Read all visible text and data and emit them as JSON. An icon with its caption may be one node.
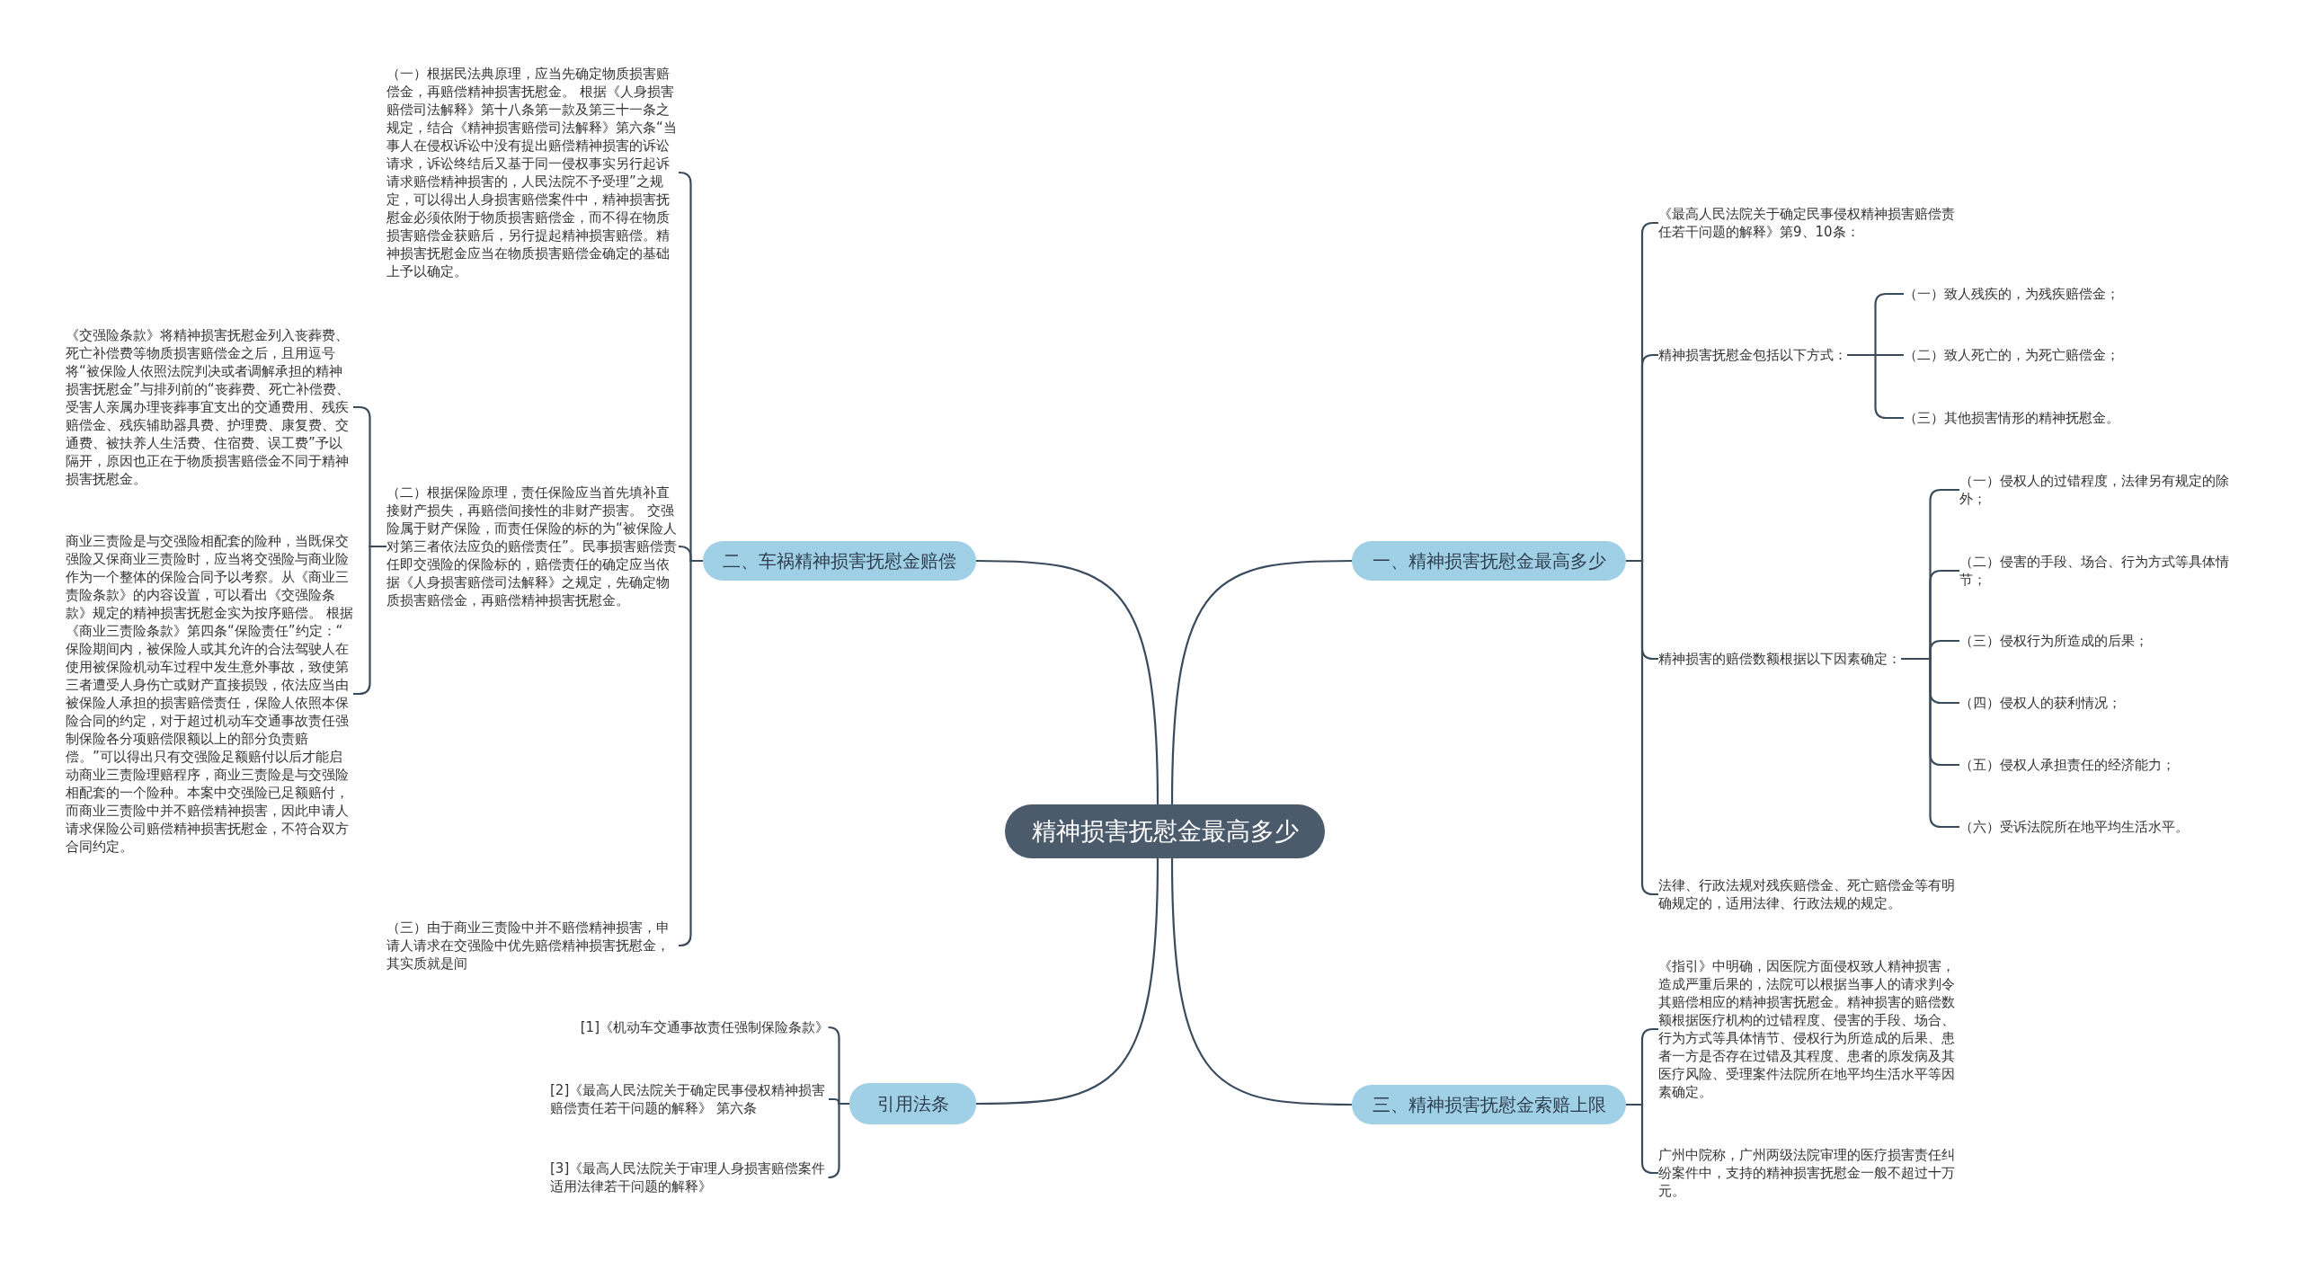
{
  "diagram": {
    "nodes": [
      {
        "text": [
          "精神损害抚慰金最高多少"
        ]
      },
      {
        "text": [
          "一、精神损害抚慰金最高多少"
        ]
      },
      {
        "text": [
          "《最高人民法院关于确定民事侵权精神损害赔偿责任若干问题的解释》第9、10条："
        ]
      },
      {
        "text": [
          "精神损害抚慰金包括以下方式："
        ]
      },
      {
        "text": [
          "（一）致人残疾的，为残疾赔偿金；"
        ]
      },
      {
        "text": [
          "（二）致人死亡的，为死亡赔偿金；"
        ]
      },
      {
        "text": [
          "（三）其他损害情形的精神抚慰金。"
        ]
      },
      {
        "text": [
          "精神损害的赔偿数额根据以下因素确定："
        ]
      },
      {
        "text": [
          "（一）侵权人的过错程度，法律另有规定的除外；"
        ]
      },
      {
        "text": [
          "（二）侵害的手段、场合、行为方式等具体情节；"
        ]
      },
      {
        "text": [
          "（三）侵权行为所造成的后果；"
        ]
      },
      {
        "text": [
          "（四）侵权人的获利情况；"
        ]
      },
      {
        "text": [
          "（五）侵权人承担责任的经济能力；"
        ]
      },
      {
        "text": [
          "（六）受诉法院所在地平均生活水平。"
        ]
      },
      {
        "text": [
          "法律、行政法规对残疾赔偿金、死亡赔偿金等有明确规定的，适用法律、行政法规的规定。"
        ]
      },
      {
        "text": [
          "二、车祸精神损害抚慰金赔偿"
        ]
      },
      {
        "text": [
          "（一）根据民法典原理，应当先确定物质损害赔偿金，再赔偿精神损害抚慰金。 根据《人身损害赔偿司法解释》第十八条第一款及第三十一条之规定，结合《精神损害赔偿司法解释》第六条“当事人在侵权诉讼中没有提出赔偿精神损害的诉讼请求，诉讼终结后又基于同一侵权事实另行起诉请求赔偿精神损害的，人民法院不予受理”之规定，可以得出人身损害赔偿案件中，精神损害抚慰金必须依附于物质损害赔偿金，而不得在物质损害赔偿金获赔后，另行提起精神损害赔偿。精神损害抚慰金应当在物质损害赔偿金确定的基础上予以确定。"
        ]
      },
      {
        "text": [
          "（二）根据保险原理，责任保险应当首先填补直接财产损失，再赔偿间接性的非财产损害。 交强险属于财产保险，而责任保险的标的为“被保险人对第三者依法应负的赔偿责任”。民事损害赔偿责任即交强险的保险标的，赔偿责任的确定应当依据《人身损害赔偿司法解释》之规定，先确定物质损害赔偿金，再赔偿精神损害抚慰金。"
        ]
      },
      {
        "text": [
          "《交强险条款》将精神损害抚慰金列入丧葬费、死亡补偿费等物质损害赔偿金之后，且用逗号将“被保险人依照法院判决或者调解承担的精神损害抚慰金”与排列前的“丧葬费、死亡补偿费、受害人亲属办理丧葬事宜支出的交通费用、残疾赔偿金、残疾辅助器具费、护理费、康复费、交通费、被扶养人生活费、住宿费、误工费”予以隔开，原因也正在于物质损害赔偿金不同于精神损害抚慰金。"
        ]
      },
      {
        "text": [
          "商业三责险是与交强险相配套的险种，当既保交强险又保商业三责险时，应当将交强险与商业险作为一个整体的保险合同予以考察。从《商业三责险条款》的内容设置，可以看出《交强险条款》规定的精神损害抚慰金实为按序赔偿。 根据《商业三责险条款》第四条“保险责任”约定：“ 保险期间内，被保险人或其允许的合法驾驶人在使用被保险机动车过程中发生意外事故，致使第三者遭受人身伤亡或财产直接损毁，依法应当由被保险人承担的损害赔偿责任，保险人依照本保险合同的约定，对于超过机动车交通事故责任强制保险各分项赔偿限额以上的部分负责赔偿。”可以得出只有交强险足额赔付以后才能启动商业三责险理赔程序，商业三责险是与交强险相配套的一个险种。本案中交强险已足额赔付，而商业三责险中并不赔偿精神损害，因此申请人请求保险公司赔偿精神损害抚慰金，不符合双方合同约定。"
        ]
      },
      {
        "text": [
          "（三）由于商业三责险中并不赔偿精神损害，申请人请求在交强险中优先赔偿精神损害抚慰金，其实质就是间"
        ]
      },
      {
        "text": [
          "三、精神损害抚慰金索赔上限"
        ]
      },
      {
        "text": [
          "《指引》中明确，因医院方面侵权致人精神损害，造成严重后果的，法院可以根据当事人的请求判令其赔偿相应的精神损害抚慰金。精神损害的赔偿数额根据医疗机构的过错程度、侵害的手段、场合、行为方式等具体情节、侵权行为所造成的后果、患者一方是否存在过错及其程度、患者的原发病及其医疗风险、受理案件法院所在地平均生活水平等因素确定。"
        ]
      },
      {
        "text": [
          "广州中院称，广州两级法院审理的医疗损害责任纠纷案件中，支持的精神损害抚慰金一般不超过十万元。"
        ]
      },
      {
        "text": [
          "引用法条"
        ]
      },
      {
        "text": [
          "[1]《机动车交通事故责任强制保险条款》"
        ]
      },
      {
        "text": [
          "[2]《最高人民法院关于确定民事侵权精神损害赔偿责任若干问题的解释》 第六条"
        ]
      },
      {
        "text": [
          "[3]《最高人民法院关于审理人身损害赔偿案件适用法律若干问题的解释》"
        ]
      }
    ],
    "edges": [
      {
        "from": 0,
        "to": 1,
        "arrow": "none"
      },
      {
        "from": 1,
        "to": 2,
        "arrow": "none"
      },
      {
        "from": 1,
        "to": 3,
        "arrow": "none"
      },
      {
        "from": 3,
        "to": 4,
        "arrow": "none"
      },
      {
        "from": 3,
        "to": 5,
        "arrow": "none"
      },
      {
        "from": 3,
        "to": 6,
        "arrow": "none"
      },
      {
        "from": 1,
        "to": 7,
        "arrow": "none"
      },
      {
        "from": 7,
        "to": 8,
        "arrow": "none"
      },
      {
        "from": 7,
        "to": 9,
        "arrow": "none"
      },
      {
        "from": 7,
        "to": 10,
        "arrow": "none"
      },
      {
        "from": 7,
        "to": 11,
        "arrow": "none"
      },
      {
        "from": 7,
        "to": 12,
        "arrow": "none"
      },
      {
        "from": 7,
        "to": 13,
        "arrow": "none"
      },
      {
        "from": 1,
        "to": 14,
        "arrow": "none"
      },
      {
        "from": 0,
        "to": 15,
        "arrow": "none"
      },
      {
        "from": 15,
        "to": 16,
        "arrow": "none"
      },
      {
        "from": 15,
        "to": 17,
        "arrow": "none"
      },
      {
        "from": 17,
        "to": 18,
        "arrow": "none"
      },
      {
        "from": 17,
        "to": 19,
        "arrow": "none"
      },
      {
        "from": 15,
        "to": 20,
        "arrow": "none"
      },
      {
        "from": 0,
        "to": 21,
        "arrow": "none"
      },
      {
        "from": 21,
        "to": 22,
        "arrow": "none"
      },
      {
        "from": 21,
        "to": 23,
        "arrow": "none"
      },
      {
        "from": 0,
        "to": 24,
        "arrow": "none"
      },
      {
        "from": 24,
        "to": 25,
        "arrow": "none"
      },
      {
        "from": 24,
        "to": 26,
        "arrow": "none"
      },
      {
        "from": 24,
        "to": 27,
        "arrow": "none"
      }
    ]
  }
}
